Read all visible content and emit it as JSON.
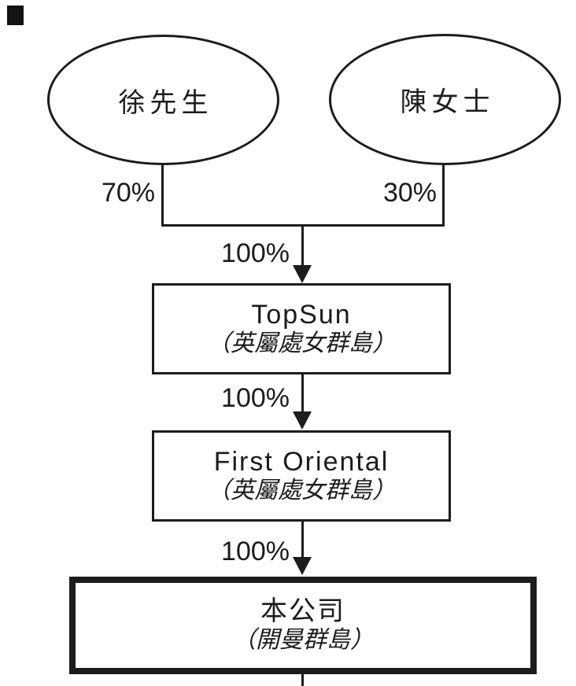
{
  "colors": {
    "ink": "#1c1c1c",
    "paper": "#ffffff"
  },
  "diagram": {
    "shareholders": {
      "shareholder1": {
        "label": "徐先生",
        "stake": "70%"
      },
      "shareholder2": {
        "label": "陳女士",
        "stake": "30%"
      }
    },
    "stakes": {
      "into_topsun": "100%",
      "into_first_oriental": "100%",
      "into_company": "100%"
    },
    "entities": {
      "topsun": {
        "name": "TopSun",
        "jurisdiction": "（英屬處女群島）"
      },
      "first_oriental": {
        "name": "First Oriental",
        "jurisdiction": "（英屬處女群島）"
      },
      "company": {
        "name": "本公司",
        "jurisdiction": "（開曼群島）"
      }
    }
  }
}
